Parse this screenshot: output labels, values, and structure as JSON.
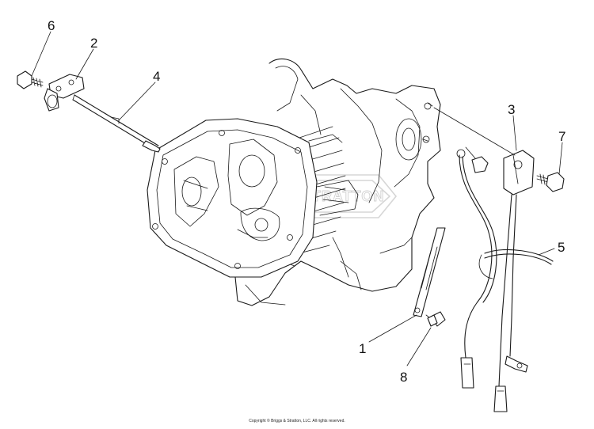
{
  "diagram": {
    "callouts": [
      {
        "id": "1",
        "label": "1"
      },
      {
        "id": "2",
        "label": "2"
      },
      {
        "id": "3",
        "label": "3"
      },
      {
        "id": "4",
        "label": "4"
      },
      {
        "id": "5",
        "label": "5"
      },
      {
        "id": "6",
        "label": "6"
      },
      {
        "id": "7",
        "label": "7"
      },
      {
        "id": "8",
        "label": "8"
      }
    ],
    "watermark": "BRIGGS & STRATTON",
    "copyright": "Copyright © Briggs & Stratton, LLC. All rights reserved."
  }
}
